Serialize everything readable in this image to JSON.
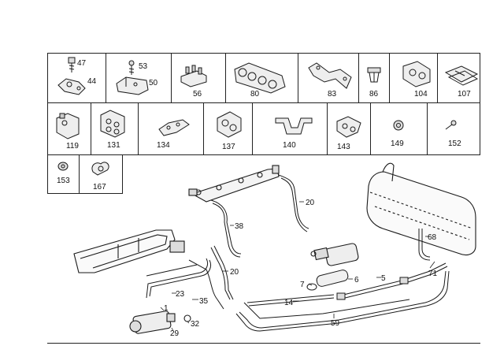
{
  "parts_grid": {
    "row1": [
      {
        "label_a": "47",
        "label_b": "44"
      },
      {
        "label_a": "53",
        "label_b": "50"
      },
      {
        "label": "56"
      },
      {
        "label": "80"
      },
      {
        "label": "83"
      },
      {
        "label": "86"
      },
      {
        "label": "104"
      },
      {
        "label": "107"
      }
    ],
    "row2": [
      {
        "label": "119"
      },
      {
        "label": "131"
      },
      {
        "label": "134"
      },
      {
        "label": "137"
      },
      {
        "label": "140"
      },
      {
        "label": "143"
      },
      {
        "label": "149"
      },
      {
        "label": "152"
      }
    ],
    "row3": [
      {
        "label": "153"
      },
      {
        "label": "167"
      }
    ]
  },
  "assembly_callouts": {
    "c20a": "20",
    "c38": "38",
    "c68": "68",
    "c71": "71",
    "c7": "7",
    "c6": "6",
    "c5": "5",
    "c20b": "20",
    "c23": "23",
    "c35": "35",
    "c14": "14",
    "c1": "1",
    "c32": "32",
    "c29": "29",
    "c59": "59"
  }
}
